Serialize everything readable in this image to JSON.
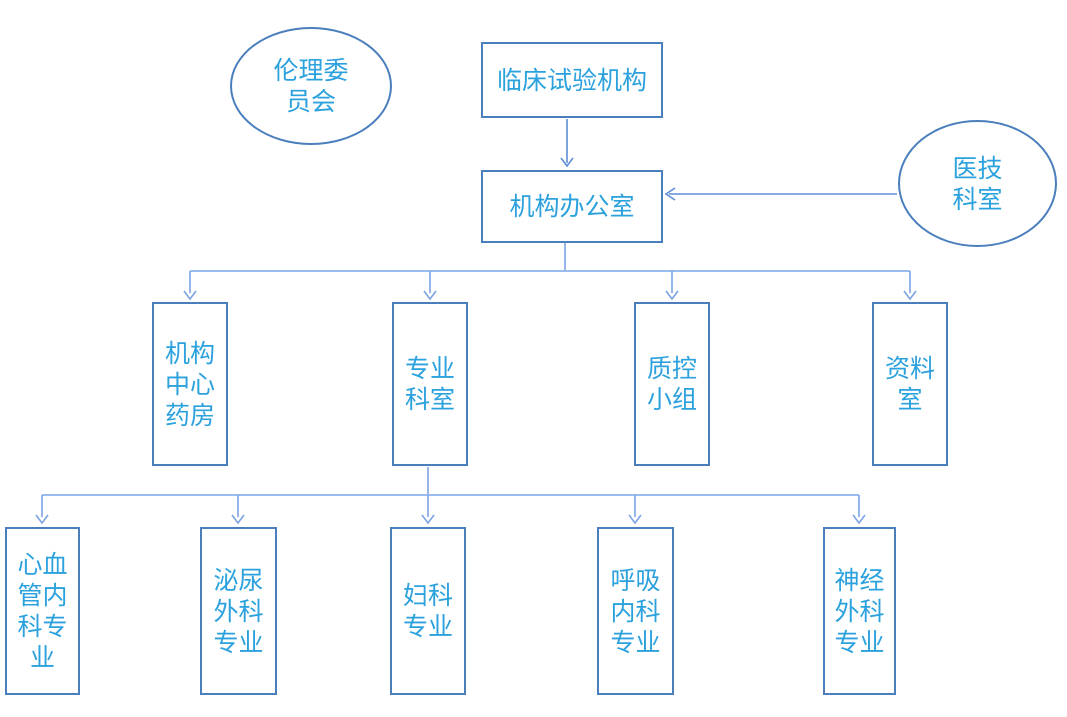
{
  "diagram": {
    "type": "org-chart",
    "nodes": {
      "ethics_committee": {
        "label": "伦理委员会",
        "shape": "ellipse"
      },
      "clinical_trial_institution": {
        "label": "临床试验机构",
        "shape": "rect"
      },
      "medical_tech_department": {
        "label": "医技科室",
        "shape": "ellipse"
      },
      "institution_office": {
        "label": "机构办公室",
        "shape": "rect"
      },
      "central_pharmacy": {
        "label": "机构中心药房",
        "shape": "rect"
      },
      "professional_departments": {
        "label": "专业科室",
        "shape": "rect"
      },
      "quality_control_group": {
        "label": "质控小组",
        "shape": "rect"
      },
      "archive_room": {
        "label": "资料室",
        "shape": "rect"
      },
      "cardiovascular_internal_medicine": {
        "label": "心血管内科专业",
        "shape": "rect"
      },
      "urology": {
        "label": "泌尿外科专业",
        "shape": "rect"
      },
      "gynecology": {
        "label": "妇科专业",
        "shape": "rect"
      },
      "respiratory_internal_medicine": {
        "label": "呼吸内科专业",
        "shape": "rect"
      },
      "neurosurgery": {
        "label": "神经外科专业",
        "shape": "rect"
      }
    },
    "edges": [
      {
        "from": "clinical_trial_institution",
        "to": "institution_office",
        "style": "arrow-down"
      },
      {
        "from": "medical_tech_department",
        "to": "institution_office",
        "style": "arrow-left"
      },
      {
        "from": "institution_office",
        "to": "central_pharmacy",
        "style": "arrow-down"
      },
      {
        "from": "institution_office",
        "to": "professional_departments",
        "style": "arrow-down"
      },
      {
        "from": "institution_office",
        "to": "quality_control_group",
        "style": "arrow-down"
      },
      {
        "from": "institution_office",
        "to": "archive_room",
        "style": "arrow-down"
      },
      {
        "from": "professional_departments",
        "to": "cardiovascular_internal_medicine",
        "style": "arrow-down"
      },
      {
        "from": "professional_departments",
        "to": "urology",
        "style": "arrow-down"
      },
      {
        "from": "professional_departments",
        "to": "gynecology",
        "style": "arrow-down"
      },
      {
        "from": "professional_departments",
        "to": "respiratory_internal_medicine",
        "style": "arrow-down"
      },
      {
        "from": "professional_departments",
        "to": "neurosurgery",
        "style": "arrow-down"
      }
    ],
    "colors": {
      "box_border": "#4a7ebc",
      "label_text": "#2ba1dd",
      "arrow_strong": "#5e8ed8",
      "arrow_mid": "#7ca4e4",
      "bar_light": "#9cbbee",
      "background": "#ffffff"
    }
  }
}
